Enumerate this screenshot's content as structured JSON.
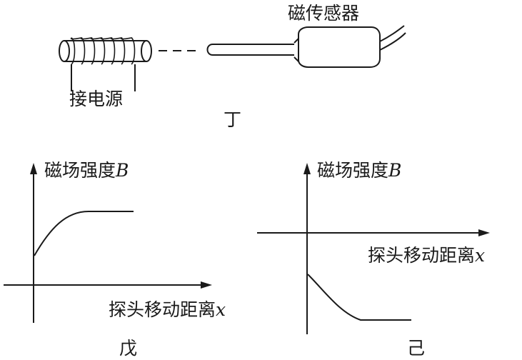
{
  "diagram_ding": {
    "coil_label": "接电源",
    "sensor_label": "磁传感器",
    "caption": "丁"
  },
  "graph_wu": {
    "y_label": "磁场强度",
    "y_symbol": "B",
    "x_label": "探头移动距离",
    "x_symbol": "x",
    "caption": "戊"
  },
  "graph_ji": {
    "y_label": "磁场强度",
    "y_symbol": "B",
    "x_label": "探头移动距离",
    "x_symbol": "x",
    "caption": "己"
  }
}
